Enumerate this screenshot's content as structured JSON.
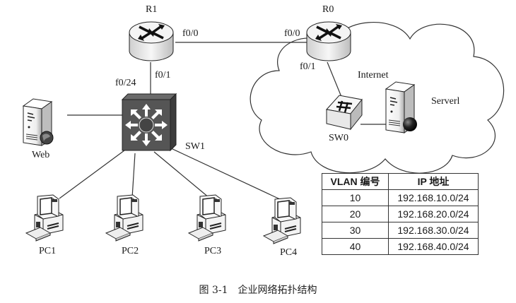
{
  "figure": {
    "caption_number": "图 3-1",
    "caption_title": "企业网络拓扑结构"
  },
  "devices": {
    "r1": {
      "label": "R1",
      "type": "router-icon"
    },
    "r0": {
      "label": "R0",
      "type": "router-icon"
    },
    "sw1": {
      "label": "SW1",
      "type": "layer3-switch-icon"
    },
    "sw0": {
      "label": "SW0",
      "type": "switch-icon"
    },
    "web": {
      "label": "Web",
      "type": "web-server-icon"
    },
    "server1": {
      "label": "Serverl",
      "type": "server-icon"
    },
    "pcs": [
      {
        "label": "PC1",
        "type": "pc-icon"
      },
      {
        "label": "PC2",
        "type": "pc-icon"
      },
      {
        "label": "PC3",
        "type": "pc-icon"
      },
      {
        "label": "PC4",
        "type": "pc-icon"
      }
    ]
  },
  "cloud": {
    "label": "Internet"
  },
  "interfaces": {
    "r1_f0_0": "f0/0",
    "r0_f0_0": "f0/0",
    "r0_f0_1": "f0/1",
    "r1_f0_1": "f0/1",
    "sw1_f0_24": "f0/24"
  },
  "vlan_table": {
    "headers": [
      "VLAN 编号",
      "IP 地址"
    ],
    "rows": [
      {
        "vlan": "10",
        "ip": "192.168.10.0/24"
      },
      {
        "vlan": "20",
        "ip": "192.168.20.0/24"
      },
      {
        "vlan": "30",
        "ip": "192.168.30.0/24"
      },
      {
        "vlan": "40",
        "ip": "192.168.40.0/24"
      }
    ]
  }
}
